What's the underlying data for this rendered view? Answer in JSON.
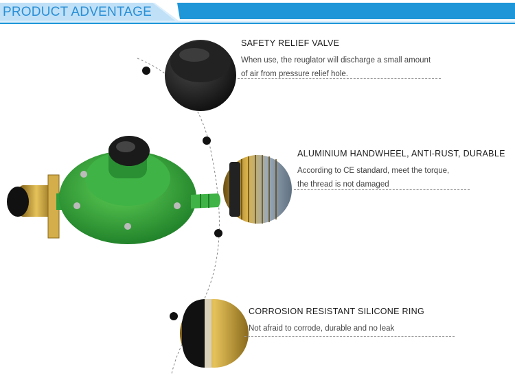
{
  "header": {
    "title": "PRODUCT ADVENTAGE",
    "accent": "#2a8fd6"
  },
  "features": [
    {
      "title": "SAFETY RELIEF VALVE",
      "desc_lines": [
        "When use, the reuglator will discharge a small amount",
        "of air from pressure relief hole."
      ]
    },
    {
      "title": "ALUMINIUM HANDWHEEL, ANTI-RUST, DURABLE",
      "desc_lines": [
        "According to CE standard, meet the torque,",
        "the thread is not damaged"
      ]
    },
    {
      "title": "CORROSION RESISTANT SILICONE RING",
      "desc_lines": [
        "Not afraid to corrode, durable  and no leak"
      ]
    }
  ],
  "product": {
    "body_color": "#2e9e3a",
    "brass_color": "#c9a23a"
  }
}
